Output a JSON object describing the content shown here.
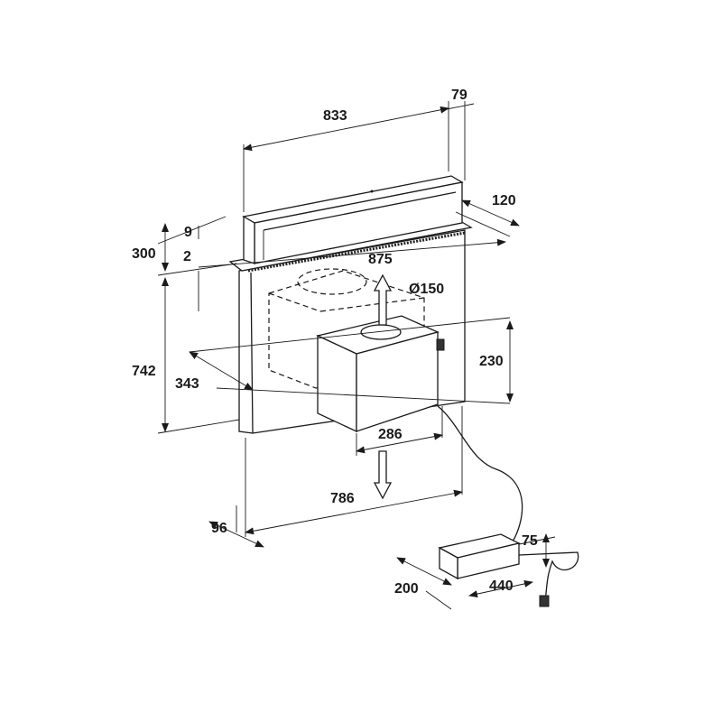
{
  "drawing": {
    "title": "Downdraft hood dimension drawing",
    "dimensions": {
      "width_top": "833",
      "depth_top": "79",
      "hood_depth": "120",
      "gap_top": "9",
      "rise_height": "300",
      "gap_bottom": "2",
      "worktop_width": "875",
      "duct_diameter": "Ø150",
      "body_height": "742",
      "motor_depth": "343",
      "motor_height": "230",
      "motor_width": "286",
      "body_width": "786",
      "body_depth": "96",
      "control_height": "75",
      "control_depth": "200",
      "control_width": "440"
    }
  }
}
